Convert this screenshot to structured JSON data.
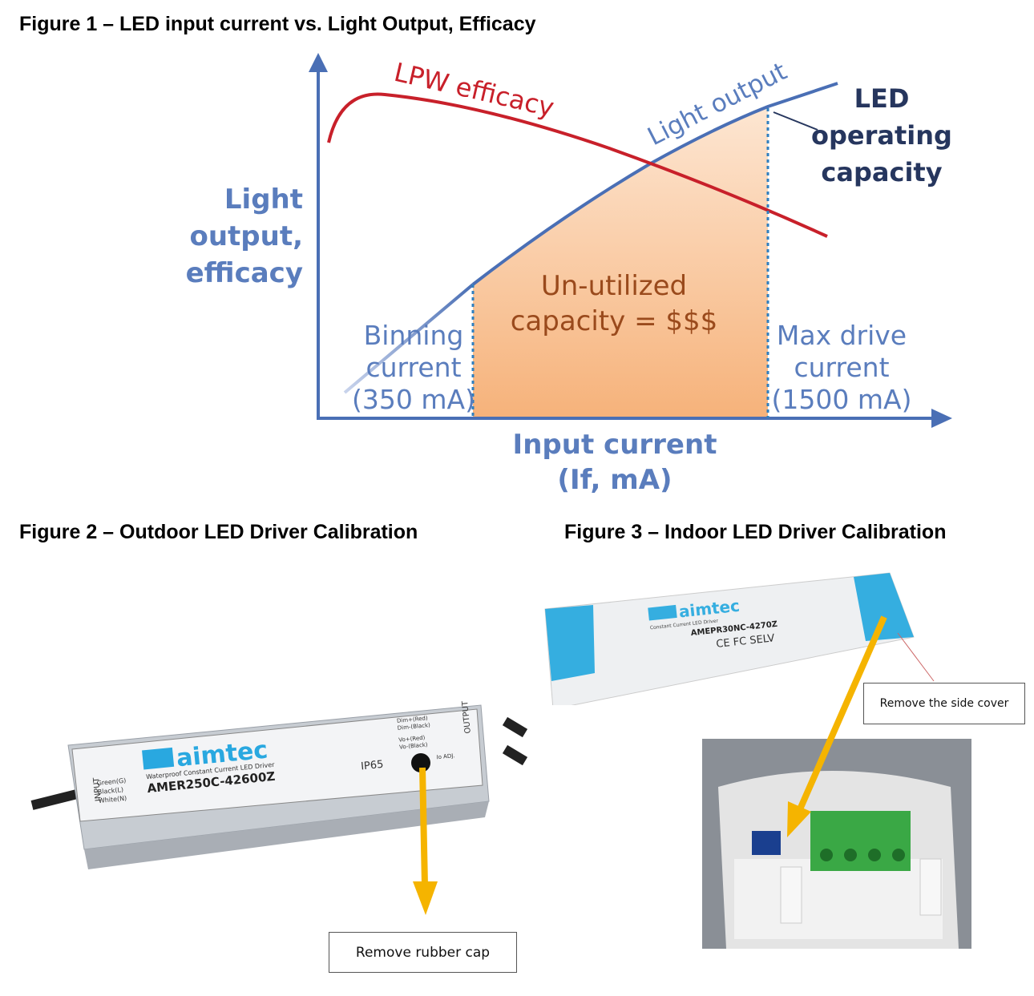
{
  "figure1": {
    "title": "Figure 1 – LED input current vs. Light Output, Efficacy",
    "y_axis_label": [
      "Light",
      "output,",
      "efficacy"
    ],
    "x_axis_label": [
      "Input current",
      "(If, mA)"
    ],
    "curve_efficacy_label": "LPW efficacy",
    "curve_light_label": "Light output",
    "operating_capacity_label": [
      "LED",
      "operating",
      "capacity"
    ],
    "binning_label": [
      "Binning",
      "current",
      "(350 mA)"
    ],
    "max_drive_label": [
      "Max drive",
      "current",
      "(1500 mA)"
    ],
    "unutilized_label": [
      "Un-utilized",
      "capacity = $$$"
    ],
    "colors": {
      "axis": "#4a6fb5",
      "efficacy": "#c8202a",
      "light": "#4a6fb5",
      "shade": "#f6b27a",
      "label_blue": "#5a7dbd",
      "label_navy": "#26365e",
      "label_brown": "#9a4a1c"
    }
  },
  "figure2": {
    "title": "Figure 2 – Outdoor LED Driver Calibration",
    "callout": "Remove rubber cap",
    "label": {
      "brand": "aimtec",
      "subtitle": "Waterproof Constant Current LED Driver",
      "model": "AMER250C-42600Z",
      "input": "INPUT",
      "wires": [
        "Green(G)",
        "Black(L)",
        "White(N)"
      ],
      "output": "OUTPUT",
      "output_wires": [
        "Dim+(Red)",
        "Dim-(Black)",
        "Vo+(Red)",
        "Vo-(Black)"
      ],
      "adj": "Io ADJ.",
      "ip": "IP65"
    }
  },
  "figure3": {
    "title": "Figure 3 – Indoor LED Driver Calibration",
    "callout": "Remove the side cover",
    "label": {
      "brand": "aimtec",
      "subtitle": "Constant Current LED Driver",
      "model": "AMEPR30NC-4270Z",
      "marks": "CE FC SELV"
    }
  },
  "arrow_color": "#f5b400"
}
